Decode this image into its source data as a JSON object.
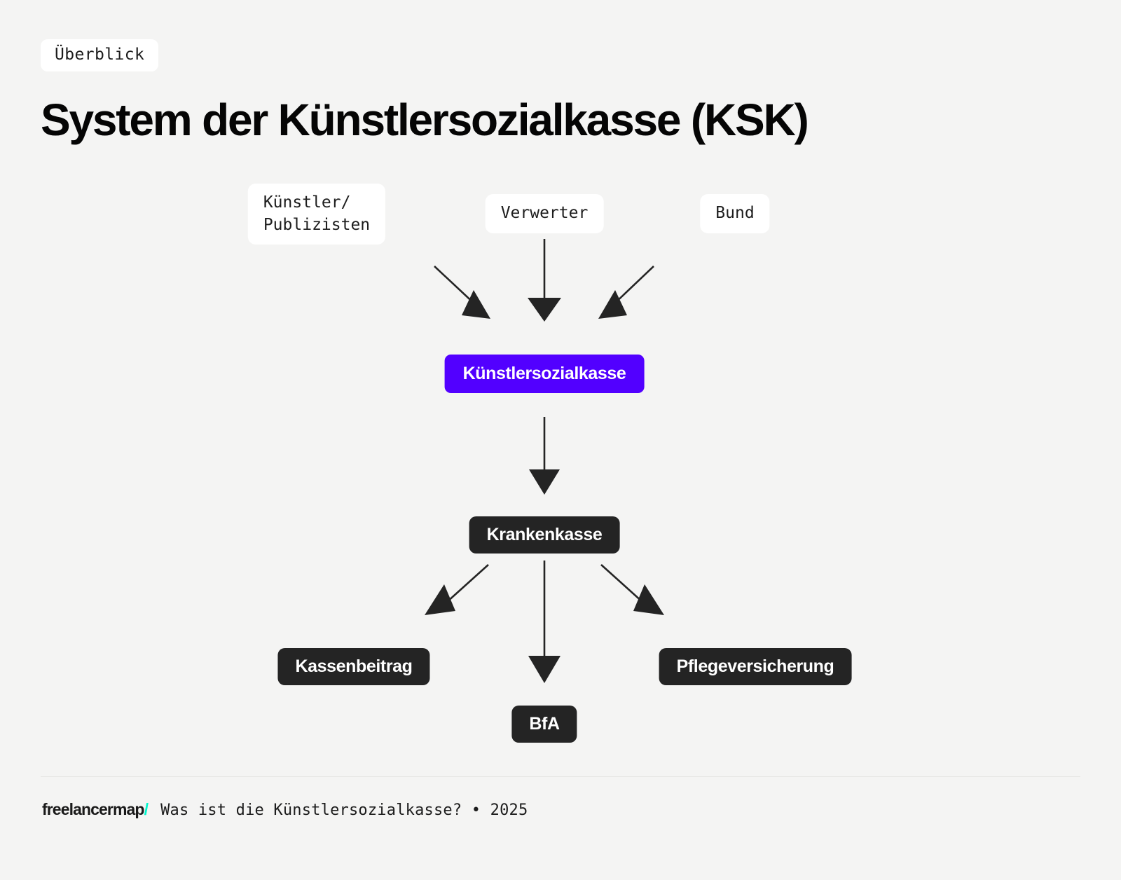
{
  "header": {
    "badge": "Überblick",
    "title": "System der Künstlersozialkasse (KSK)"
  },
  "colors": {
    "background": "#f4f4f3",
    "accent": "#5200ff",
    "dark": "#242424",
    "brand_slash": "#00f5cc",
    "arrow": "#242424"
  },
  "diagram": {
    "nodes": {
      "kuenstler": "Künstler/\nPublizisten",
      "verwerter": "Verwerter",
      "bund": "Bund",
      "ksk": "Künstlersozialkasse",
      "krankenkasse": "Krankenkasse",
      "kassenbeitrag": "Kassenbeitrag",
      "bfa": "BfA",
      "pflegeversicherung": "Pflegeversicherung"
    }
  },
  "footer": {
    "brand": "freelancermap",
    "brand_slash": "/",
    "caption": "Was ist die Künstlersozialkasse? • 2025"
  }
}
